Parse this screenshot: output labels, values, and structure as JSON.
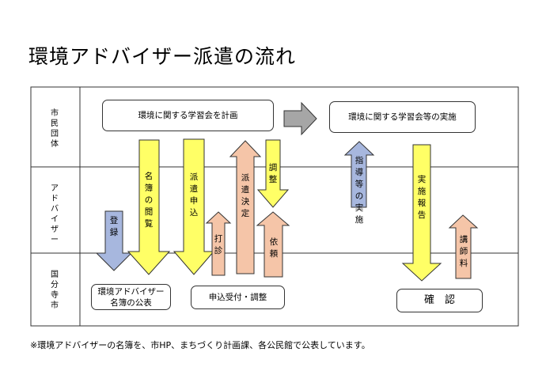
{
  "title": "環境アドバイザー派遣の流れ",
  "rows": {
    "citizen": "市民団体",
    "advisor": "アドバイザー",
    "city": "国分寺市"
  },
  "boxes": {
    "plan": "環境に関する学習会を計画",
    "implement": "環境に関する学習会等の実施",
    "publish": "環境アドバイザー\n名簿の公表",
    "reception": "申込受付・調整",
    "confirm": "確　認"
  },
  "arrows": {
    "register": "登録",
    "browse": "名簿の閲覧",
    "apply": "派遣申込",
    "consult": "打診",
    "decide": "派遣決定",
    "adjust": "調整",
    "request": "依頼",
    "guidance": "指導等の実施",
    "report": "実施報告",
    "fee": "講師料"
  },
  "footnote": "※環境アドバイザーの名簿を、市HP、まちづくり計画課、各公民館で公表しています。",
  "colors": {
    "yellow": "#ffff66",
    "blue": "#a7b7de",
    "salmon": "#f5c5a8",
    "gray": "#a6a6a6",
    "border": "#333333"
  }
}
